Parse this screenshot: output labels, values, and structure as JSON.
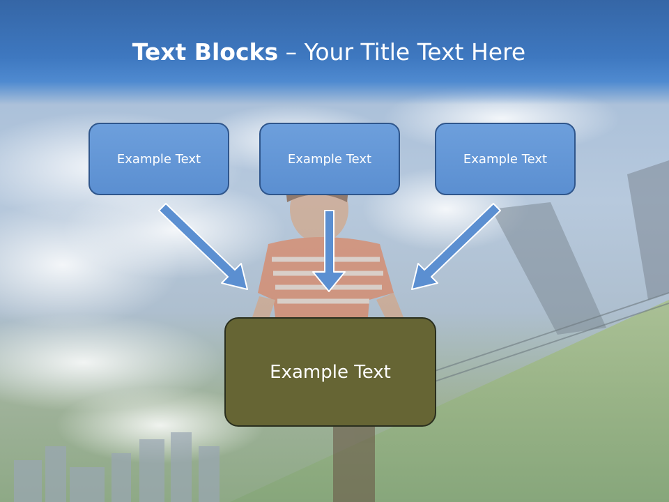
{
  "title": {
    "bold": "Text Blocks",
    "separator": " – ",
    "rest": "Your Title Text Here"
  },
  "blocks": [
    {
      "label": "Example Text"
    },
    {
      "label": "Example Text"
    },
    {
      "label": "Example Text"
    }
  ],
  "main_block": {
    "label": "Example Text"
  },
  "colors": {
    "header": "#3e78c0",
    "block_fill": "#5b8fd1",
    "block_border": "#2f568c",
    "main_fill": "#666534",
    "arrow_fill": "#5b8fd1"
  }
}
